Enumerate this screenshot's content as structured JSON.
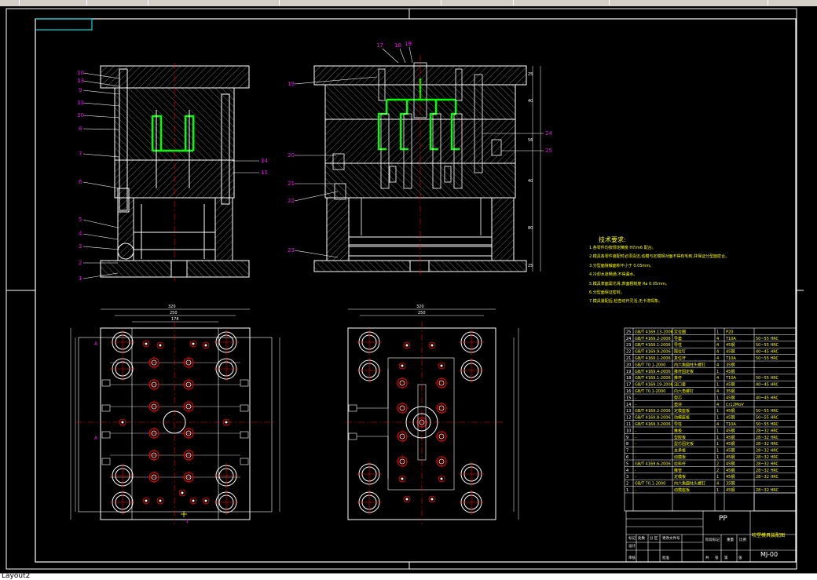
{
  "app": {
    "layout_tab": "Layout2",
    "crosshair_icon": "crosshair-cursor"
  },
  "drawing": {
    "tech_title": "技术要求:",
    "tech_notes": [
      "1.各零件均按规定精度 H7/m6 配合。",
      "2.模具各零件装配时必须清洁,动模与定模相对面不得有毛刺,并保证分型面密合。",
      "3.分型面接触面积不小于 0.05mm。",
      "4.冷却水道畅通,不得漏水。",
      "5.模具表面需光滑,表面粗糙度 Ra 0.05mm。",
      "6.分型面保证密封。",
      "7.模具装配后,检查动作灵活,无卡滞现象。"
    ],
    "material": "PP",
    "drawing_number": "MJ-00",
    "title_text": "吹塑模具装配图",
    "balloons_left": [
      "10",
      "13",
      "9",
      "11",
      "10",
      "8",
      "7",
      "6",
      "5",
      "4",
      "3",
      "2",
      "1"
    ],
    "balloons_mid_left": [
      "14",
      "15"
    ],
    "balloons_top": [
      "17",
      "18",
      "19"
    ],
    "balloons_right_view": [
      "19",
      "20",
      "21",
      "22",
      "23",
      "24",
      "25"
    ],
    "bom_rows": [
      [
        "25",
        "GB/T 4169.13-2006",
        "定位圈",
        "1",
        "P20",
        ""
      ],
      [
        "24",
        "GB/T 4169.2-2006",
        "导套",
        "4",
        "T10A",
        "50~55 HRC"
      ],
      [
        "23",
        "GB/T 4169.1-2006",
        "导柱",
        "4",
        "45钢",
        "50~55 HRC"
      ],
      [
        "22",
        "GB/T 4169.9-2006",
        "限位钉",
        "4",
        "45钢",
        "40~45 HRC"
      ],
      [
        "21",
        "GB/T 4169.1-2006",
        "复位杆",
        "4",
        "T10A",
        "50~55 HRC"
      ],
      [
        "20",
        "GB/T 70.1-2000",
        "内六角圆柱头螺钉",
        "4",
        "35钢",
        ""
      ],
      [
        "19",
        "GB/T 4169.4-2006",
        "推杆固定板",
        "1",
        "45钢",
        ""
      ],
      [
        "18",
        "GB/T 4169.1-2006",
        "推杆",
        "4",
        "T10A",
        "50~55 HRC"
      ],
      [
        "17",
        "GB/T 4169.19-2006",
        "浇口套",
        "1",
        "45钢",
        "40~45 HRC"
      ],
      [
        "16",
        "GB/T 70.1-2000",
        "内六角螺钉",
        "4",
        "35钢",
        ""
      ],
      [
        "15",
        "-",
        "型芯",
        "1",
        "45钢",
        "40~45 HRC"
      ],
      [
        "14",
        "-",
        "垫块",
        "4",
        "Cr12MoV",
        ""
      ],
      [
        "13",
        "GB/T 4169.2-2006",
        "定模座板",
        "1",
        "45钢",
        "50~55 HRC"
      ],
      [
        "12",
        "GB/T 4169.8-2006",
        "动模座板",
        "1",
        "45钢",
        "50~55 HRC"
      ],
      [
        "11",
        "GB/T 4169.3-2006",
        "导柱",
        "4",
        "T10A",
        "50~55 HRC"
      ],
      [
        "10",
        "-",
        "推板",
        "1",
        "45钢",
        "28~32 HRC"
      ],
      [
        "9",
        "-",
        "型腔板",
        "1",
        "45钢",
        "28~32 HRC"
      ],
      [
        "8",
        "-",
        "型芯固定板",
        "1",
        "45钢",
        "28~32 HRC"
      ],
      [
        "7",
        "-",
        "支承板",
        "1",
        "45钢",
        "28~32 HRC"
      ],
      [
        "6",
        "-",
        "动模板",
        "1",
        "45钢",
        "28~32 HRC"
      ],
      [
        "5",
        "GB/T 4169.6-2006",
        "拉料杆",
        "2",
        "45钢",
        "28~32 HRC"
      ],
      [
        "4",
        "-",
        "推管",
        "2",
        "45钢",
        "28~32 HRC"
      ],
      [
        "3",
        "-",
        "定模板",
        "1",
        "45钢",
        "28~32 HRC"
      ],
      [
        "2",
        "GB/T 70.1-2000",
        "内六角圆柱头螺钉",
        "4",
        "35钢",
        ""
      ],
      [
        "1",
        "-",
        "动模座板",
        "1",
        "45钢",
        "28~32 HRC"
      ]
    ],
    "colors": {
      "background": "#000000",
      "outline": "#ffffff",
      "red": "#ff0000",
      "yellow": "#ffff00",
      "green": "#00ff00",
      "magenta": "#ff00ff",
      "cyan": "#00ffff",
      "bluegray": "#9999cc"
    }
  }
}
